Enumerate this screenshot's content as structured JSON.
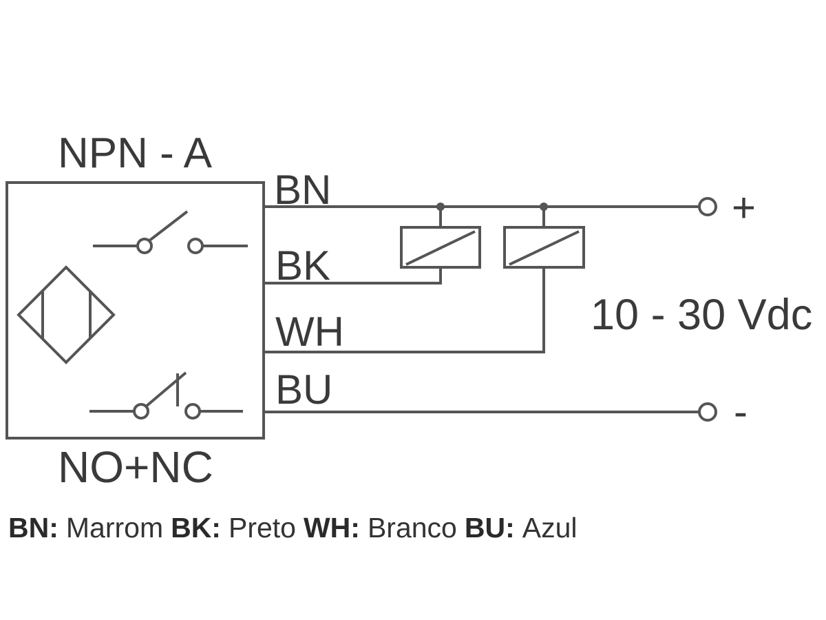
{
  "title": "NPN - A",
  "output_type": "NO+NC",
  "wires": {
    "bn": "BN",
    "bk": "BK",
    "wh": "WH",
    "bu": "BU"
  },
  "terminals": {
    "positive": "+",
    "negative": "-"
  },
  "supply_voltage": "10 - 30 Vdc",
  "legend": [
    {
      "code": "BN:",
      "color_name": "Marrom"
    },
    {
      "code": "BK:",
      "color_name": "Preto"
    },
    {
      "code": "WH:",
      "color_name": "Branco"
    },
    {
      "code": "BU:",
      "color_name": "Azul"
    }
  ],
  "symbols": {
    "sensor": "inductive-sensor-icon",
    "no_contact": "normally-open-contact-icon",
    "nc_contact": "normally-closed-contact-icon",
    "load": "load-relay-icon"
  },
  "colors": {
    "line": "#555555",
    "text": "#3a3a3a",
    "background": "#ffffff"
  }
}
